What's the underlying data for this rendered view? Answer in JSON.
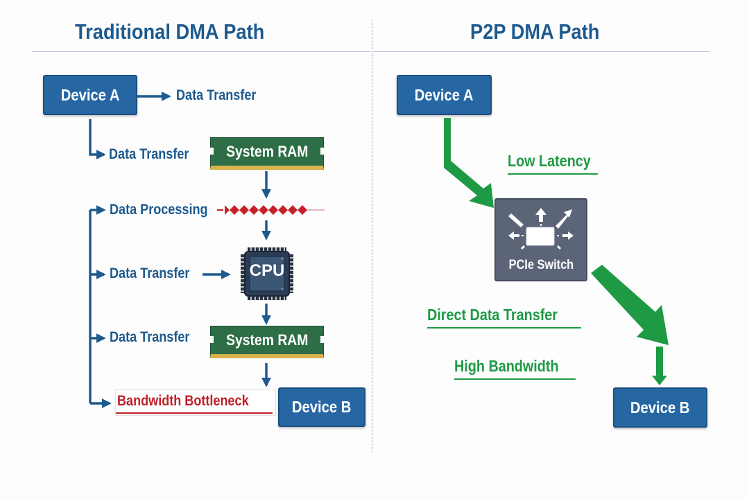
{
  "left_panel": {
    "title": "Traditional DMA Path",
    "device_a": "Device A",
    "device_b": "Device B",
    "labels": {
      "transfer_1": "Data Transfer",
      "transfer_2": "Data Transfer",
      "processing": "Data Processing",
      "transfer_3": "Data Transfer",
      "transfer_4": "Data Transfer",
      "bottleneck": "Bandwidth Bottleneck"
    },
    "ram_top": "System RAM",
    "cpu": "CPU",
    "ram_bottom": "System RAM"
  },
  "right_panel": {
    "title": "P2P DMA Path",
    "device_a": "Device A",
    "switch": "PCIe Switch",
    "device_b": "Device B",
    "labels": {
      "low_latency": "Low Latency",
      "direct_transfer": "Direct Data Transfer",
      "high_bandwidth": "High Bandwidth"
    }
  },
  "colors": {
    "primary_blue": "#2667a3",
    "title_blue": "#1d5a8e",
    "ram_green": "#2e6e47",
    "p2p_green": "#1f9a44",
    "bottleneck_red": "#c0202a",
    "switch_gray": "#5c6478"
  }
}
